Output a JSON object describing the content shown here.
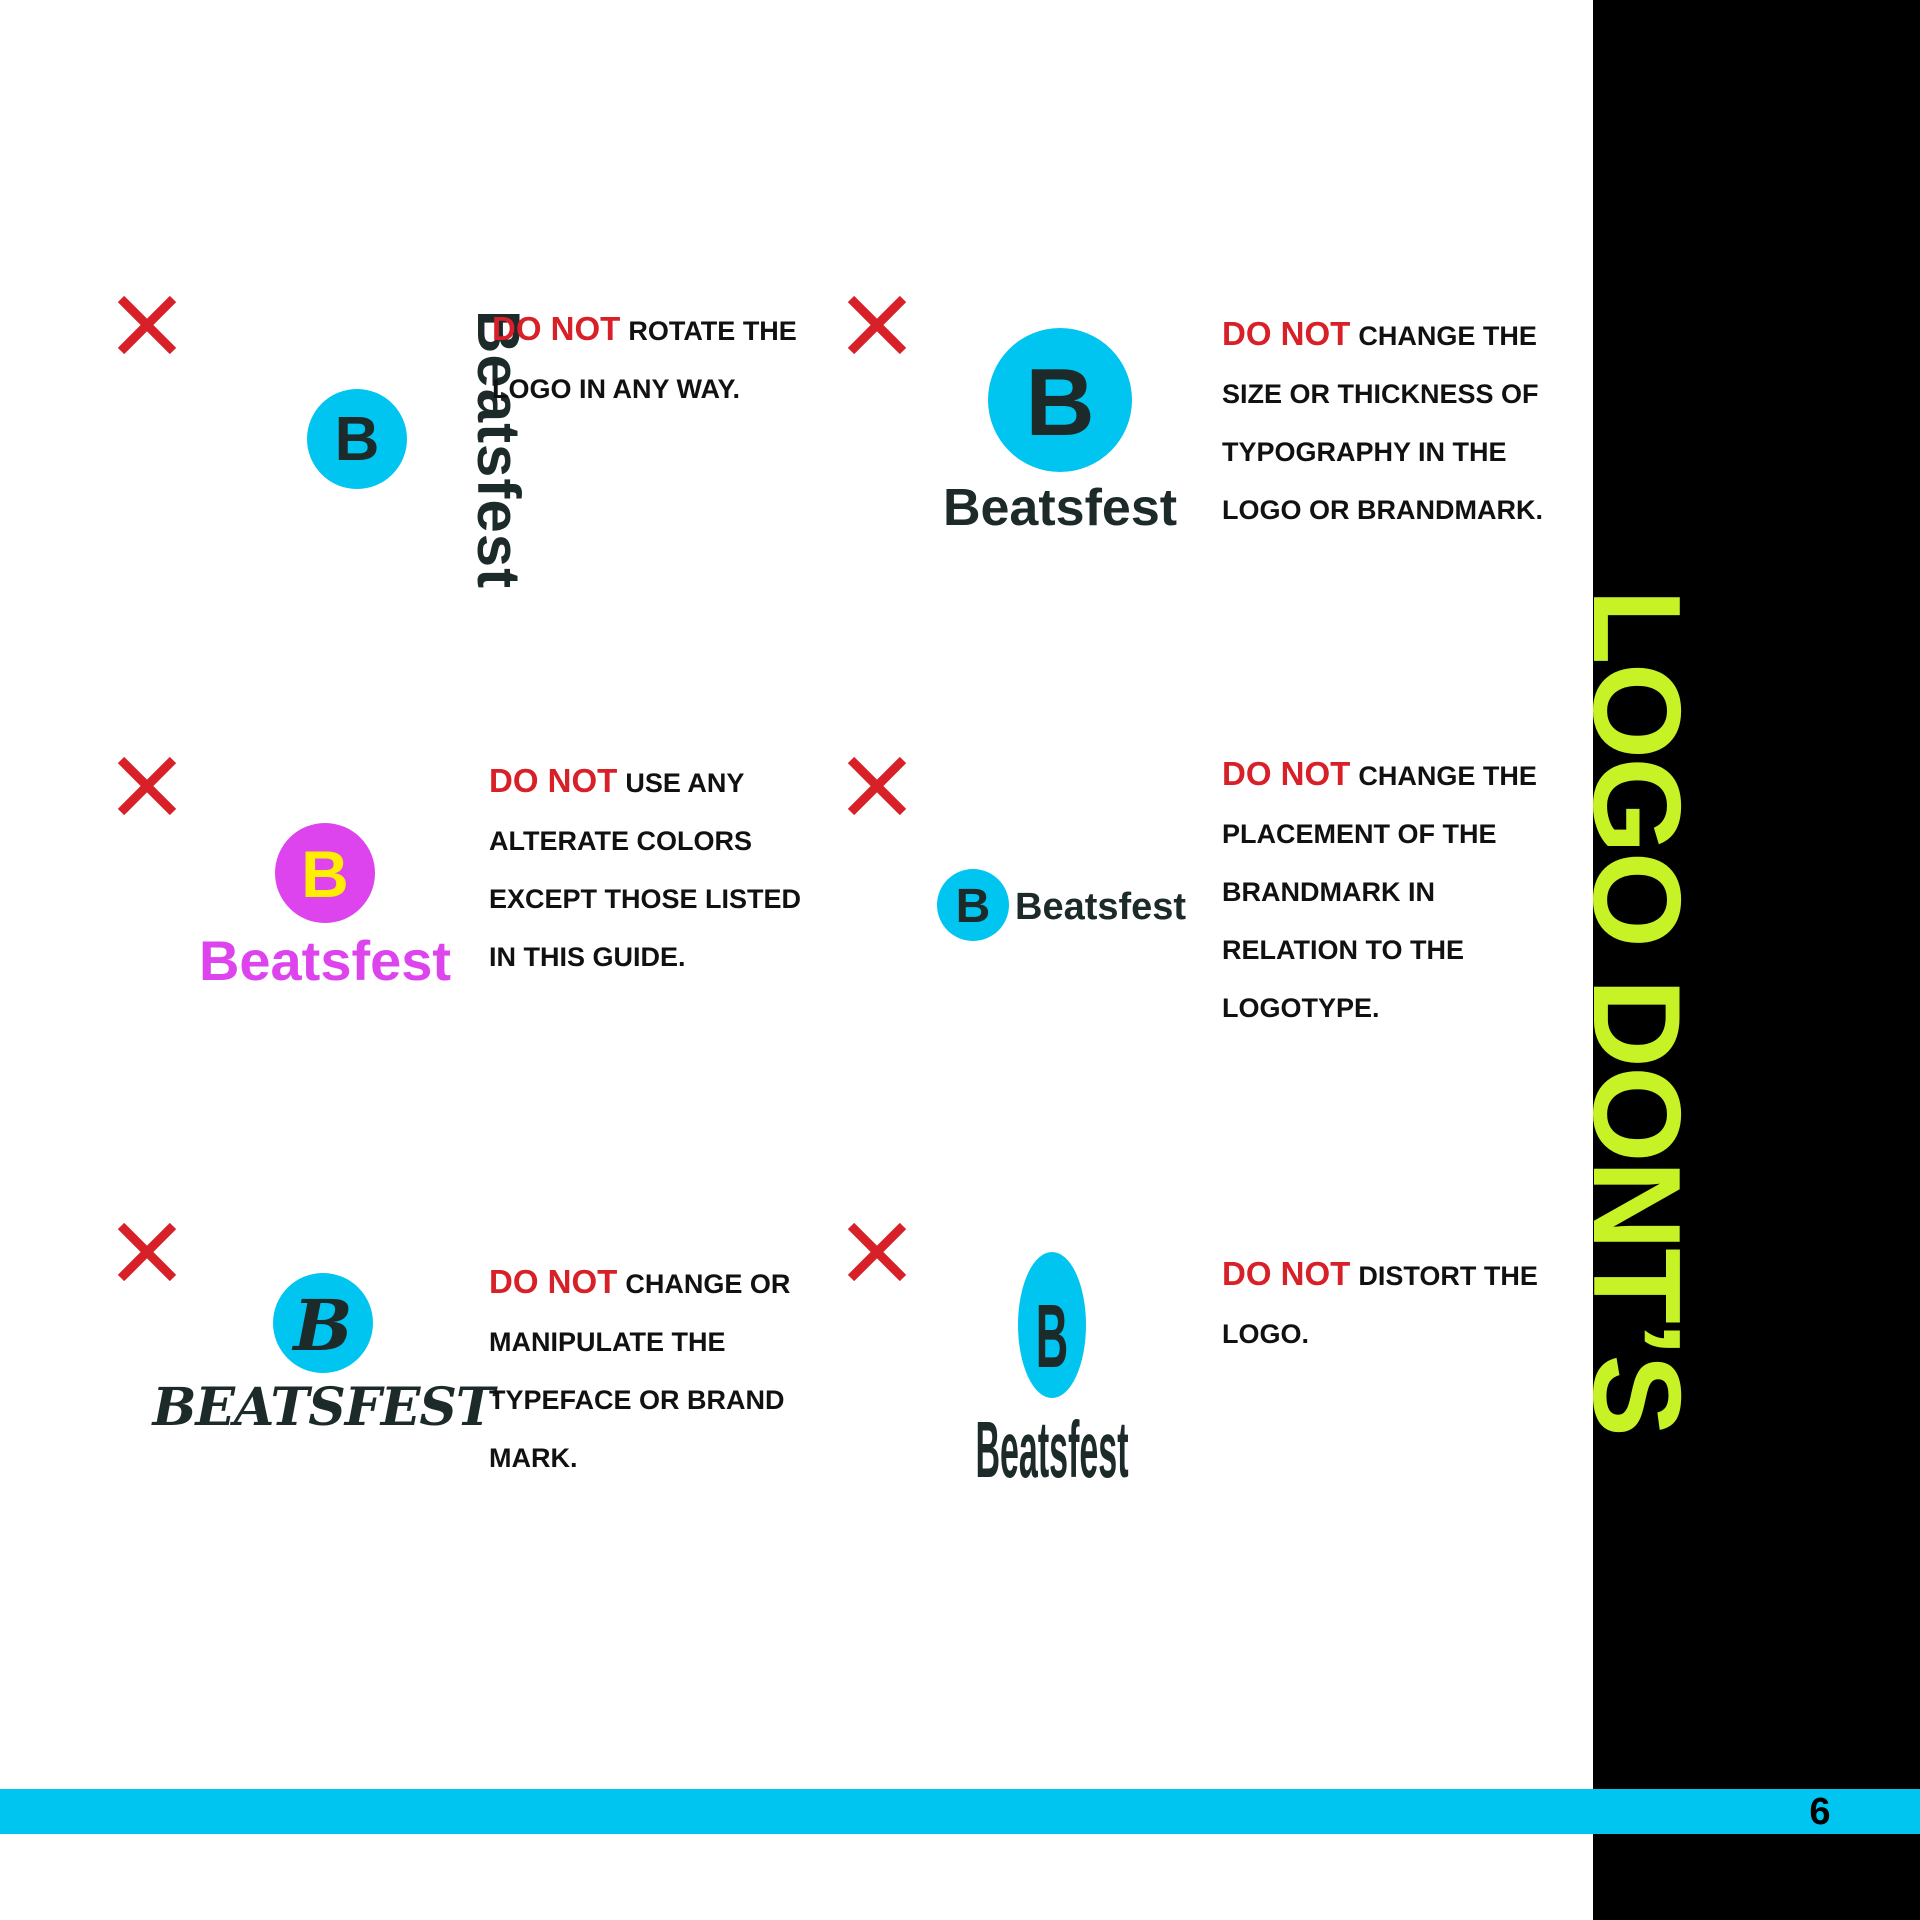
{
  "sidebar": {
    "title": "LOGO DONT’S",
    "title_color": "#c6f226",
    "background": "#000000"
  },
  "footer": {
    "page_number": "6",
    "bar_color": "#00c5f0"
  },
  "brand": {
    "wordmark": "Beatsfest",
    "wordmark_caps": "BEATSFEST",
    "mark_letter": "B",
    "primary_color": "#00c5f0",
    "text_color": "#1d2a2a",
    "alt_circle_color": "#dd44ee",
    "alt_letter_color": "#ffee00"
  },
  "icons": {
    "prohibited": "x-mark-icon",
    "prohibited_color": "#d72027"
  },
  "rules": [
    {
      "negation": "DO NOT",
      "text": "ROTATE THE LOGO IN ANY WAY."
    },
    {
      "negation": "DO NOT",
      "text": "CHANGE THE SIZE OR THICKNESS OF TYPOGRAPHY IN THE LOGO OR BRANDMARK."
    },
    {
      "negation": "DO NOT",
      "text": "USE ANY ALTERATE COLORS EXCEPT THOSE  LISTED IN THIS GUIDE."
    },
    {
      "negation": "DO NOT",
      "text": "CHANGE THE PLACEMENT OF THE BRANDMARK IN RELATION TO THE LOGOTYPE."
    },
    {
      "negation": "DO NOT",
      "text": "CHANGE OR MANIPULATE THE TYPEFACE OR BRAND MARK."
    },
    {
      "negation": "DO NOT",
      "text": "DISTORT THE LOGO."
    }
  ]
}
